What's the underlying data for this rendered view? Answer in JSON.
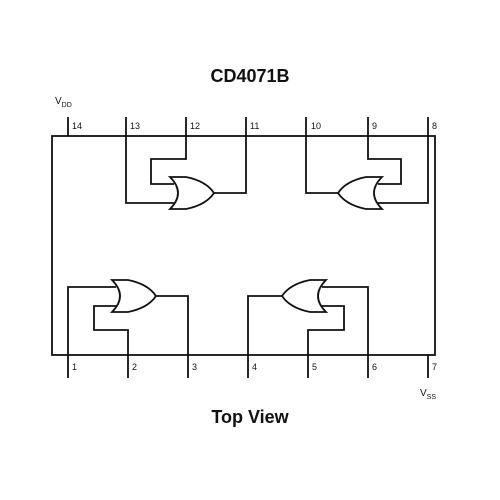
{
  "diagram": {
    "title": "CD4071B",
    "caption": "Top View",
    "supply_top": {
      "main": "V",
      "sub": "DD"
    },
    "supply_bottom": {
      "main": "V",
      "sub": "SS"
    },
    "pins_top": [
      {
        "name": "pin-14",
        "label": "14"
      },
      {
        "name": "pin-13",
        "label": "13"
      },
      {
        "name": "pin-12",
        "label": "12"
      },
      {
        "name": "pin-11",
        "label": "11"
      },
      {
        "name": "pin-10",
        "label": "10"
      },
      {
        "name": "pin-9",
        "label": "9"
      },
      {
        "name": "pin-8",
        "label": "8"
      }
    ],
    "pins_bottom": [
      {
        "name": "pin-1",
        "label": "1"
      },
      {
        "name": "pin-2",
        "label": "2"
      },
      {
        "name": "pin-3",
        "label": "3"
      },
      {
        "name": "pin-4",
        "label": "4"
      },
      {
        "name": "pin-5",
        "label": "5"
      },
      {
        "name": "pin-6",
        "label": "6"
      },
      {
        "name": "pin-7",
        "label": "7"
      }
    ]
  }
}
